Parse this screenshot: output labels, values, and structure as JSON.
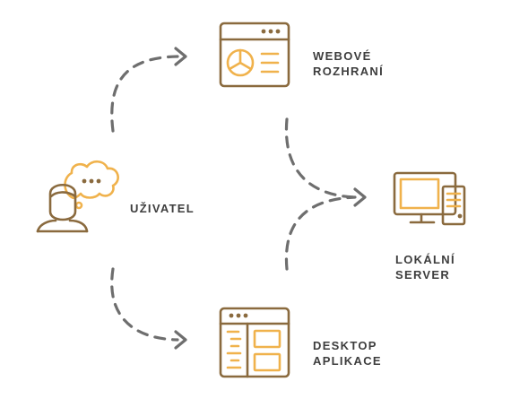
{
  "nodes": {
    "user": {
      "line1": "UŽIVATEL"
    },
    "web": {
      "line1": "WEBOVÉ",
      "line2": "ROZHRANÍ"
    },
    "desktop": {
      "line1": "DESKTOP",
      "line2": "APLIKACE"
    },
    "server": {
      "line1": "LOKÁLNÍ",
      "line2": "SERVER"
    }
  },
  "icons": {
    "user": "user-with-thought-bubble-icon",
    "web": "browser-window-pie-chart-icon",
    "desktop": "desktop-app-window-icon",
    "server": "computer-server-icon"
  },
  "colors": {
    "brown": "#8a6a3e",
    "orange": "#f0b24c",
    "connector": "#6e6e6e",
    "text": "#3d3d3d"
  }
}
